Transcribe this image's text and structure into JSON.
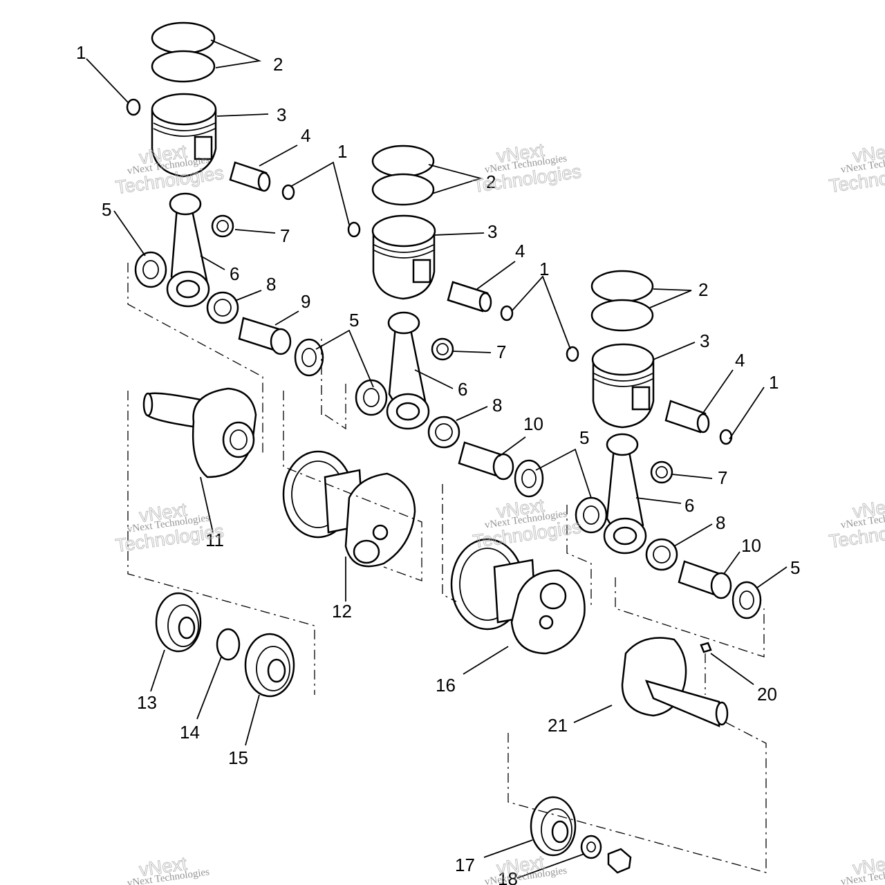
{
  "diagram": {
    "callouts": {
      "c1a": "1",
      "c2a": "2",
      "c3a": "3",
      "c4a": "4",
      "c5a": "5",
      "c6a": "6",
      "c7a": "7",
      "c8a": "8",
      "c9": "9",
      "c1b": "1",
      "c2b": "2",
      "c3b": "3",
      "c4b": "4",
      "c5b": "5",
      "c6b": "6",
      "c7b": "7",
      "c8b": "8",
      "c10a": "10",
      "c1c": "1",
      "c1d": "1",
      "c2c": "2",
      "c3c": "3",
      "c4c": "4",
      "c5c": "5",
      "c6c": "6",
      "c7c": "7",
      "c8c": "8",
      "c10b": "10",
      "c5d": "5",
      "c11": "11",
      "c12": "12",
      "c13": "13",
      "c14": "14",
      "c15": "15",
      "c16": "16",
      "c17": "17",
      "c18": "18",
      "c20": "20",
      "c21": "21"
    },
    "watermark": {
      "line1": "vNext Technologies",
      "line2_a": "vNext",
      "line2_b": "Technologies"
    }
  }
}
